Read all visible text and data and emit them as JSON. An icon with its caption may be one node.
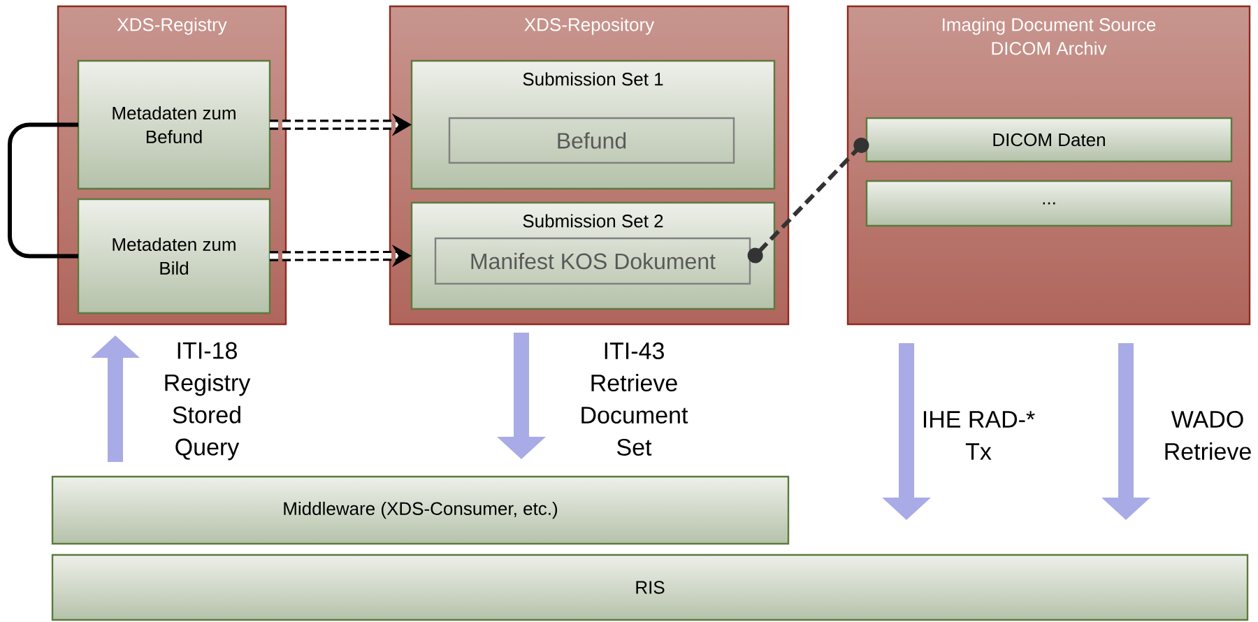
{
  "diagram": {
    "nodes": [
      {
        "text": [
          "XDS-Registry"
        ]
      },
      {
        "text": [
          "Metadaten zum Befund"
        ],
        "in": 0
      },
      {
        "text": [
          "Metadaten zum Bild"
        ],
        "in": 0
      },
      {
        "text": [
          "XDS-Repository"
        ]
      },
      {
        "text": [
          "Submission Set 1"
        ],
        "in": 3
      },
      {
        "text": [
          "Befund"
        ],
        "in": 4
      },
      {
        "text": [
          "Submission Set 2"
        ],
        "in": 3
      },
      {
        "text": [
          "Manifest KOS Dokument"
        ],
        "in": 6
      },
      {
        "text": [
          "Imaging Document Source DICOM Archiv"
        ]
      },
      {
        "text": [
          "DICOM Daten"
        ],
        "in": 8
      },
      {
        "text": [
          "..."
        ],
        "in": 8
      },
      {
        "text": [
          "Middleware (XDS-Consumer, etc.)"
        ]
      },
      {
        "text": [
          "RIS"
        ]
      }
    ],
    "edges": [
      {
        "from": 1,
        "to": 4,
        "arrow": "to",
        "style": "dashed",
        "color": "#000000"
      },
      {
        "from": 2,
        "to": 6,
        "arrow": "to",
        "style": "dashed",
        "color": "#000000"
      },
      {
        "from": 7,
        "to": 9,
        "arrow": "other",
        "style": "dashed",
        "color": "#333333"
      },
      {
        "from": 1,
        "to": 2,
        "arrow": "none",
        "color": "#000000"
      },
      {
        "from": 11,
        "to": 0,
        "arrow": "to",
        "label": "ITI-18 Registry Stored Query",
        "color": "#a9abe6"
      },
      {
        "from": 3,
        "to": 11,
        "arrow": "to",
        "label": "ITI-43 Retrieve Document Set",
        "color": "#a9abe6"
      },
      {
        "from": 8,
        "to": 12,
        "arrow": "to",
        "label": "IHE RAD-* Tx",
        "color": "#a9abe6"
      },
      {
        "from": 8,
        "to": 12,
        "arrow": "to",
        "label": "WADO Retrieve",
        "color": "#a9abe6"
      }
    ]
  }
}
